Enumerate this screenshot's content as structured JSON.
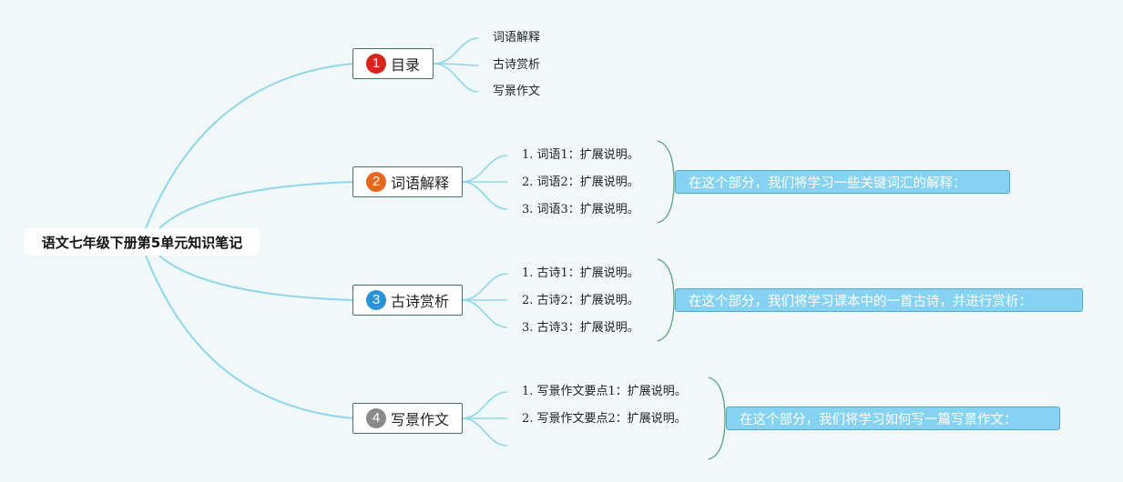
{
  "root": {
    "label": "语文七年级下册第5单元知识笔记"
  },
  "branches": [
    {
      "number": "1",
      "label": "目录",
      "badge_color": "#d8251c",
      "items": [
        "词语解释",
        "古诗赏析",
        "写景作文"
      ]
    },
    {
      "number": "2",
      "label": "词语解释",
      "badge_color": "#e2691f",
      "items": [
        "1. 词语1：扩展说明。",
        "2. 词语2：扩展说明。",
        "3. 词语3：扩展说明。"
      ],
      "note": "在这个部分，我们将学习一些关键词汇的解释："
    },
    {
      "number": "3",
      "label": "古诗赏析",
      "badge_color": "#2a93d8",
      "items": [
        "1. 古诗1：扩展说明。",
        "2. 古诗2：扩展说明。",
        "3. 古诗3：扩展说明。"
      ],
      "note": "在这个部分，我们将学习课本中的一首古诗，并进行赏析："
    },
    {
      "number": "4",
      "label": "写景作文",
      "badge_color": "#8a8a8a",
      "items": [
        "1. 写景作文要点1：扩展说明。",
        "2. 写景作文要点2：扩展说明。",
        ""
      ],
      "note": "在这个部分，我们将学习如何写一篇写景作文："
    }
  ],
  "colors": {
    "background": "#f1f8fa",
    "connector": "#8fd6ea",
    "brace": "#5f9f7e",
    "note_fill": "#86d2f3"
  }
}
